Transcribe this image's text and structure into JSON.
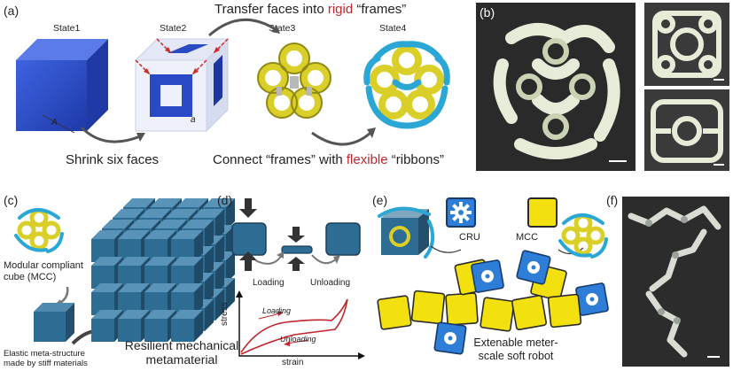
{
  "panel_a": {
    "label": "(a)",
    "states": [
      "State1",
      "State2",
      "State3",
      "State4"
    ],
    "dim_A": "A",
    "dim_a": "a",
    "transfer_prefix": "Transfer faces into ",
    "transfer_highlight": "rigid",
    "transfer_suffix": " “frames”",
    "shrink_text": "Shrink six faces",
    "connect_prefix": "Connect “frames” with ",
    "connect_highlight": "flexible",
    "connect_suffix": " “ribbons”"
  },
  "panel_b": {
    "label": "(b)"
  },
  "panel_c": {
    "label": "(c)",
    "mcc_name": "Modular compliant cube (MCC)",
    "meta_caption": "Elastic meta-structure made by stiff materials",
    "resilient_caption": "Resilient mechanical metamaterial"
  },
  "panel_d": {
    "label": "(d)",
    "loading": "Loading",
    "unloading": "Unloading",
    "graph_loading": "Loading",
    "graph_unloading": "Unloading",
    "xlabel": "strain",
    "ylabel": "stress"
  },
  "panel_e": {
    "label": "(e)",
    "cru_label": "CRU",
    "mcc_label": "MCC",
    "robot_caption": "Extenable meter-scale soft robot"
  },
  "panel_f": {
    "label": "(f)"
  },
  "colors": {
    "cube_blue": "#2f4fc7",
    "frame_yellow": "#e3d92c",
    "ribbon_cyan": "#2aa7d4",
    "teal": "#2d6d93",
    "red_accent": "#c0262d",
    "robot_yellow": "#f2e10f",
    "robot_blue": "#2e7dd6"
  }
}
